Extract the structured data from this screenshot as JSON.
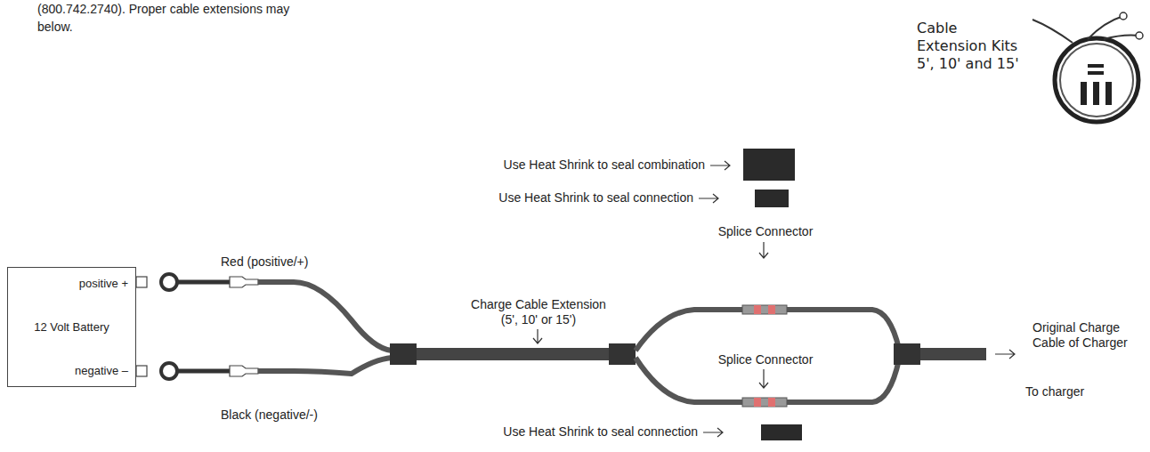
{
  "diagram": {
    "nodes": [
      {
        "text": [
          "positive +",
          "12 Volt Battery",
          "negative –"
        ]
      }
    ],
    "labels": [
      "(800.742.2740). Proper cable extensions may",
      "below.",
      "Cable Extension Kits 5', 10' and 15'",
      "Use Heat Shrink to seal combination",
      "Use Heat Shrink to seal connection",
      "Splice Connector",
      "Red (positive/+)",
      "Charge Cable Extension (5', 10' or 15')",
      "Original Charge Cable of Charger",
      "Splice Connector",
      "To charger",
      "Black (negative/-)",
      "Use Heat Shrink to seal connection"
    ]
  }
}
